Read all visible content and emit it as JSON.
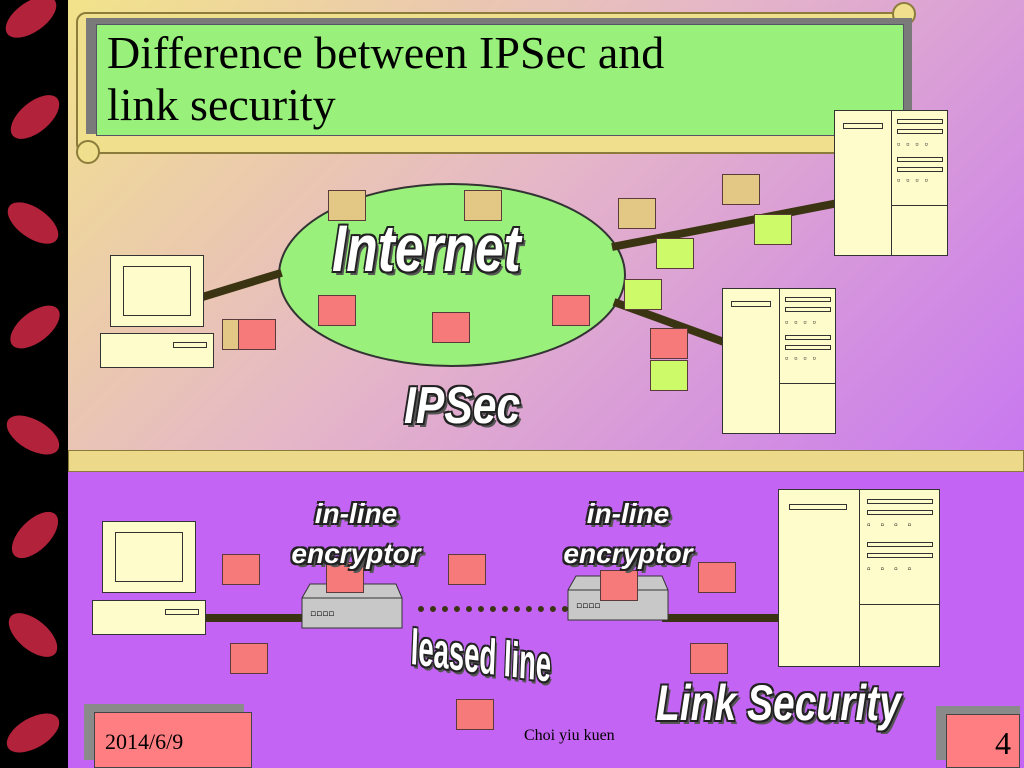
{
  "slide": {
    "title": "Difference between IPSec and link security",
    "title_line1": "Difference between IPSec and",
    "title_line2": "link security"
  },
  "diagram": {
    "cloud_label": "Internet",
    "ipsec_label": "IPSec",
    "encryptor_left": [
      "in-line",
      "encryptor"
    ],
    "encryptor_right": [
      "in-line",
      "encryptor"
    ],
    "leased_line_label": "leased line",
    "link_security_label": "Link Security"
  },
  "footer": {
    "date": "2014/6/9",
    "author": "Choi yiu kuen",
    "page_number": "4"
  },
  "colors": {
    "petal": "#b2223a",
    "title_box": "#99f07a",
    "cloud": "#99f07a",
    "packet_red": "#f67a7a",
    "packet_tan": "#e2c884",
    "packet_lime": "#ccfa68",
    "footer_box": "#ff7e82",
    "bottom_bg": "#c464f4"
  }
}
